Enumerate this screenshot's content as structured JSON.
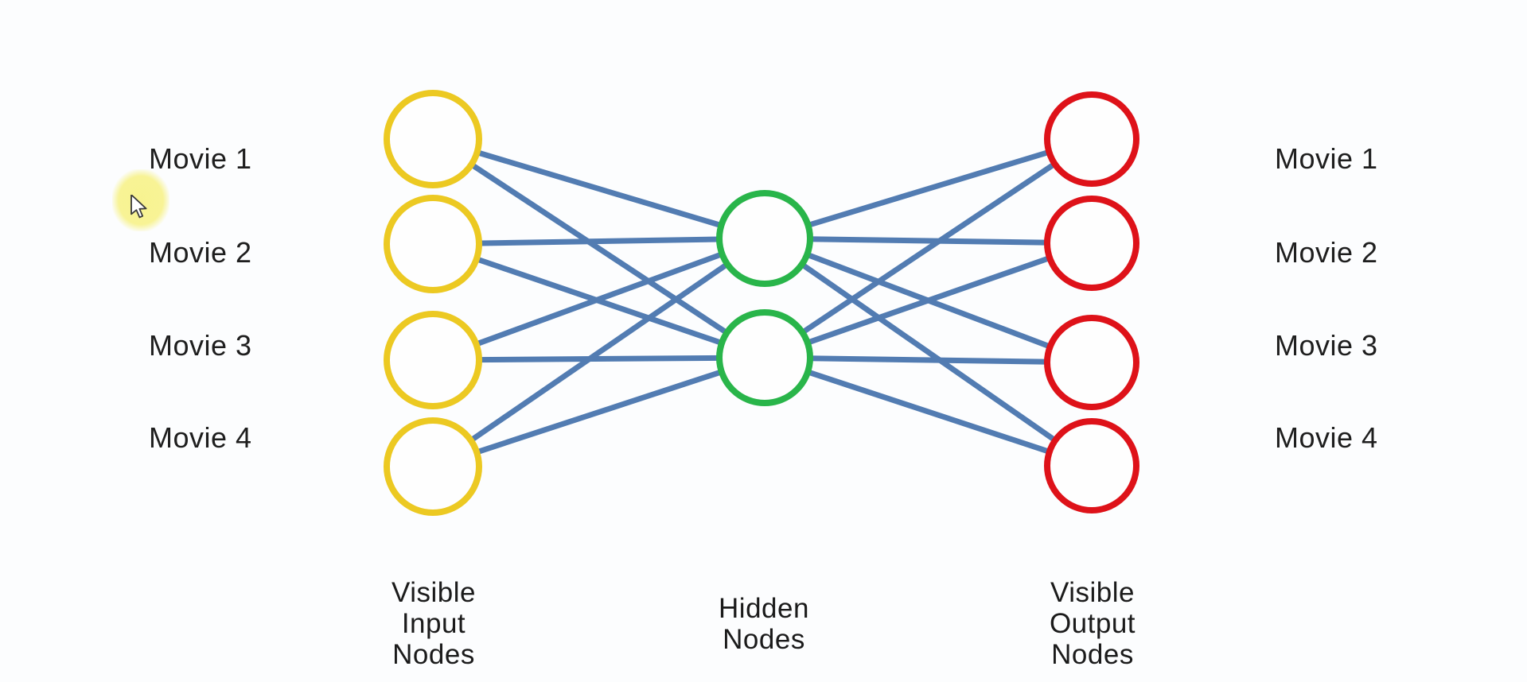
{
  "slide": {
    "background": "#fcfdfe"
  },
  "colors": {
    "input_node_stroke": "#ecc922",
    "hidden_node_stroke": "#29b54a",
    "output_node_stroke": "#de1219",
    "node_fill": "#fefefe",
    "edge": "#527cb2",
    "label_text": "#1e1e1e",
    "cursor_highlight": "#f7f28a"
  },
  "input_labels": [
    "Movie 1",
    "Movie 2",
    "Movie 3",
    "Movie 4"
  ],
  "output_labels": [
    "Movie 1",
    "Movie 2",
    "Movie 3",
    "Movie 4"
  ],
  "captions": {
    "input": [
      "Visible",
      "Input",
      "Nodes"
    ],
    "hidden": [
      "Hidden",
      "Nodes"
    ],
    "output": [
      "Visible",
      "Output",
      "Nodes"
    ]
  },
  "network": {
    "input_count": 4,
    "hidden_count": 2,
    "output_count": 4,
    "edges": {
      "input_to_hidden": [
        [
          1,
          1
        ],
        [
          1,
          2
        ],
        [
          2,
          1
        ],
        [
          2,
          2
        ],
        [
          3,
          1
        ],
        [
          3,
          2
        ],
        [
          4,
          1
        ],
        [
          4,
          2
        ]
      ],
      "hidden_to_output": [
        [
          1,
          1
        ],
        [
          1,
          2
        ],
        [
          1,
          3
        ],
        [
          1,
          4
        ],
        [
          2,
          1
        ],
        [
          2,
          2
        ],
        [
          2,
          3
        ],
        [
          2,
          4
        ]
      ]
    }
  }
}
